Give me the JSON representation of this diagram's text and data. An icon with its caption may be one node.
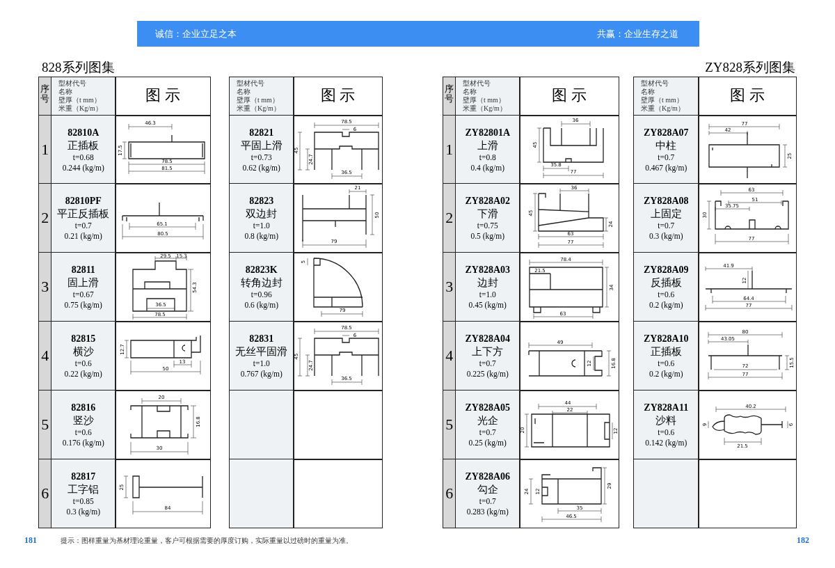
{
  "diagram": {
    "labels": [
      "诚信：企业立足之本",
      "共赢：企业生存之道",
      "828系列图集",
      "ZY828系列图集",
      "序号",
      "型材代号",
      "名称",
      "壁厚（t mm）",
      "米重（Kg/m）",
      "图 示",
      "1",
      "82810A",
      "正插板",
      "t=0.68",
      "0.244 (kg/m)",
      "46.3",
      "17.5",
      "78.5",
      "81.5",
      "2",
      "82810PF",
      "平正反插板",
      "t=0.7",
      "0.21 (kg/m)",
      "65.1",
      "80.5",
      "3",
      "82811",
      "固上滑",
      "t=0.67",
      "0.75 (kg/m)",
      "29.5",
      "15.3",
      "54.3",
      "36.5",
      "78.5",
      "4",
      "82815",
      "横沙",
      "t=0.6",
      "0.22 (kg/m)",
      "12.7",
      "13",
      "50",
      "5",
      "82816",
      "竖沙",
      "t=0.6",
      "0.176 (kg/m)",
      "20",
      "16.8",
      "30",
      "6",
      "82817",
      "工字铝",
      "t=0.85",
      "0.3 (kg/m)",
      "25",
      "84",
      "型材代号",
      "名称",
      "壁厚（t mm）",
      "米重（Kg/m）",
      "图 示",
      "82821",
      "平固上滑",
      "t=0.73",
      "0.62 (kg/m)",
      "78.5",
      "6",
      "45",
      "24.7",
      "36.5",
      "82823",
      "双边封",
      "t=1.0",
      "0.8 (kg/m)",
      "21",
      "50",
      "79",
      "82823K",
      "转角边封",
      "t=0.96",
      "0.6 (kg/m)",
      "5",
      "79",
      "82831",
      "无丝平固滑",
      "t=1.0",
      "0.767 (kg/m)",
      "78.5",
      "6",
      "45",
      "24.7",
      "36.5",
      "序号",
      "型材代号",
      "名称",
      "壁厚（t mm）",
      "米重（Kg/m）",
      "图 示",
      "1",
      "ZY82801A",
      "上滑",
      "t=0.8",
      "0.4 (kg/m)",
      "36",
      "45",
      "35.8",
      "77",
      "2",
      "ZY828A02",
      "下滑",
      "t=0.75",
      "0.5 (kg/m)",
      "36",
      "45",
      "24",
      "63",
      "77",
      "3",
      "ZY828A03",
      "边封",
      "t=1.0",
      "0.45 (kg/m)",
      "78.4",
      "21.5",
      "34",
      "63",
      "4",
      "ZY828A04",
      "上下方",
      "t=0.7",
      "0.225 (kg/m)",
      "49",
      "12",
      "16.8",
      "5",
      "ZY828A05",
      "光企",
      "t=0.7",
      "0.25 (kg/m)",
      "44",
      "22",
      "20",
      "12",
      "6",
      "ZY828A06",
      "勾企",
      "t=0.7",
      "0.283 (kg/m)",
      "24",
      "12",
      "29",
      "35",
      "46.5",
      "型材代号",
      "名称",
      "壁厚（t mm）",
      "米重（Kg/m）",
      "图 示",
      "ZY828A07",
      "中柱",
      "t=0.7",
      "0.467 (kg/m)",
      "77",
      "42",
      "25",
      "ZY828A08",
      "上固定",
      "t=0.7",
      "0.3 (kg/m)",
      "63",
      "51",
      "35.75",
      "30",
      "77",
      "ZY828A09",
      "反插板",
      "t=0.6",
      "0.2 (kg/m)",
      "41.9",
      "12",
      "64.4",
      "77",
      "ZY828A10",
      "正插板",
      "t=0.6",
      "0.2 (kg/m)",
      "80",
      "43.05",
      "15.5",
      "72",
      "77",
      "ZY828A11",
      "沙料",
      "t=0.6",
      "0.142 (kg/m)",
      "40.2",
      "9",
      "6",
      "21.5",
      "181",
      "提示：图样重量为基材理论重量，客户可根据需要的厚度订购，实际重量以过磅时的重量为准。",
      "182"
    ]
  }
}
